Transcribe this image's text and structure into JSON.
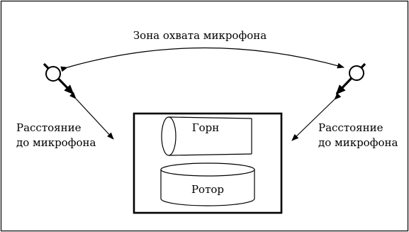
{
  "labels": {
    "coverage_zone": "Зона охвата микрофона",
    "distance_left_line1": "Расстояние",
    "distance_left_line2": "до микрофона",
    "distance_right_line1": "Расстояние",
    "distance_right_line2": "до микрофона",
    "horn": "Горн",
    "rotor": "Ротор"
  },
  "colors": {
    "stroke": "#000000",
    "background": "#ffffff"
  }
}
